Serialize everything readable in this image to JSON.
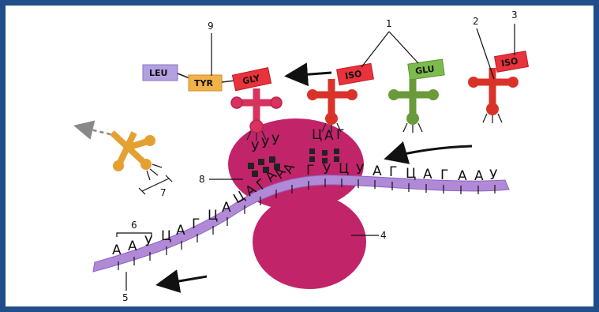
{
  "tags": {
    "leu": "LEU",
    "tyr": "TYR",
    "gly": "GLY",
    "iso_ribosome": "ISO",
    "glu": "GLU",
    "iso_free": "ISO"
  },
  "codon_top": [
    "Ц",
    "А",
    "Г"
  ],
  "anticodon_left": [
    "У",
    "У",
    "У"
  ],
  "mrna_right": [
    "У",
    "А",
    "Г",
    "Ц",
    "А",
    "Г",
    "А",
    "А",
    "У"
  ],
  "mrna_in_site": [
    "Г",
    "У",
    "Ц"
  ],
  "mrna_left_site": [
    "Ц",
    "А",
    "Г",
    "А",
    "А",
    "А"
  ],
  "mrna_tail": [
    "А",
    "А",
    "У",
    "Ц",
    "А",
    "Г",
    "Ц",
    "А"
  ],
  "labels": {
    "l1": "1",
    "l2": "2",
    "l3": "3",
    "l4": "4",
    "l5": "5",
    "l6": "6",
    "l7": "7",
    "l8": "8",
    "l9": "9"
  },
  "colors": {
    "frame": "#1f4e8a",
    "ribosome": "#c2246a",
    "mrna": "#b08ad6",
    "trna_red": "#d9322a",
    "trna_pink": "#d8325e",
    "trna_green": "#6a9a3a",
    "trna_orange": "#e4a030",
    "tag_leu": "#b3a0e0",
    "tag_tyr": "#f2b24a",
    "tag_red": "#e8323c",
    "tag_glu": "#7dbb4f"
  }
}
